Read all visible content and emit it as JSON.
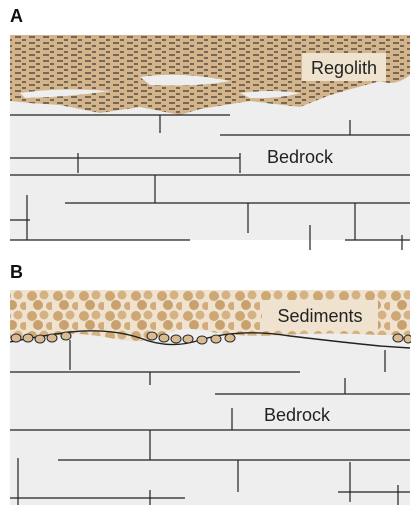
{
  "panel_a": {
    "letter": "A",
    "top_label": "Regolith",
    "bottom_label": "Bedrock"
  },
  "panel_b": {
    "letter": "B",
    "top_label": "Sediments",
    "bottom_label": "Bedrock"
  },
  "colors": {
    "background_rock": "#eeeeee",
    "regolith_tan": "#d2b48c",
    "sediment_tan": "#d8b98e",
    "sediment_bg": "#efe3cf",
    "ink": "#222222"
  }
}
